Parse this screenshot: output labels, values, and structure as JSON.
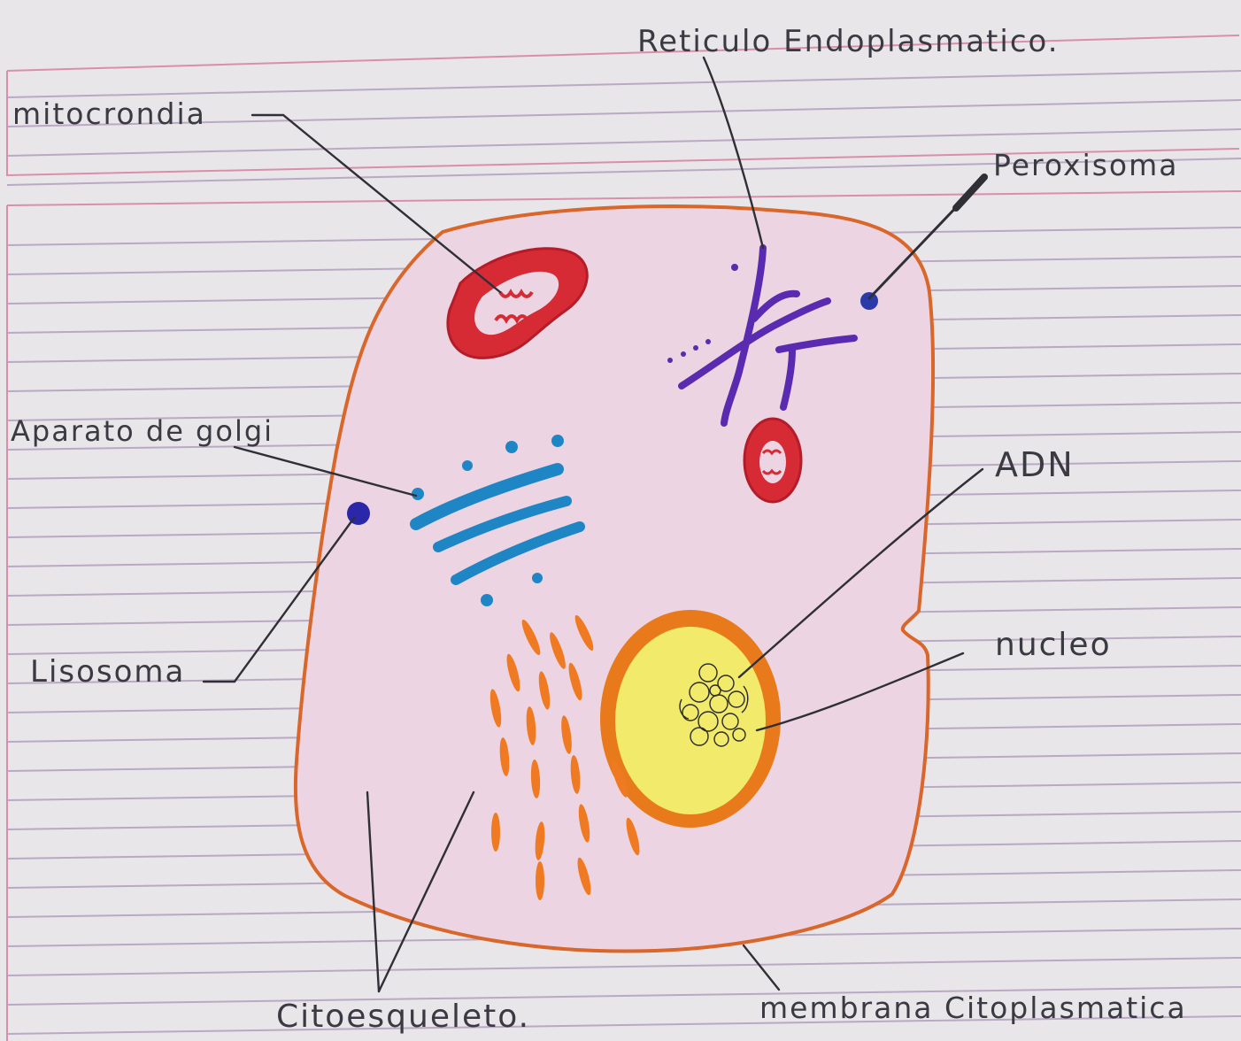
{
  "labels": {
    "reticulo": "Reticulo Endoplasmatico.",
    "mitocondria": "mitocrondia",
    "peroxisoma": "Peroxisoma",
    "golgi": "Aparato de golgi",
    "adn": "ADN",
    "nucleo": "nucleo",
    "lisosoma": "Lisosoma",
    "citoesqueleto": "Citoesqueleto.",
    "membrana": "membrana Citoplasmatica"
  },
  "colors": {
    "paper": "#e9e6ea",
    "rule_line": "#b9a9c4",
    "margin_line": "#d98fa9",
    "cytoplasm": "#ecd4e3",
    "membrane": "#d9662a",
    "mitochondria": "#d62b35",
    "reticulum": "#5a2ab0",
    "golgi": "#1f86c6",
    "lysosome": "#2a27a8",
    "nucleus_envelope": "#e97a1c",
    "nucleus_fill": "#f1ea6a",
    "cytoskeleton": "#ef7a22",
    "leader_line": "#2f2f36"
  }
}
